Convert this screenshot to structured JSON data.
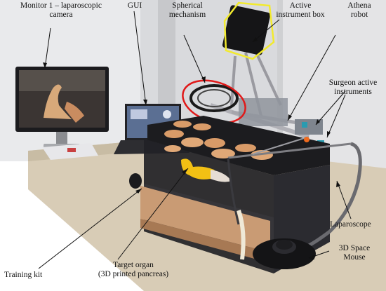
{
  "figure": {
    "labels": {
      "monitor": "Monitor 1 – laparoscopic\ncamera",
      "gui": "GUI",
      "spherical": "Spherical\nmechanism",
      "active_box": "Active\ninstrument box",
      "athena": "Athena\nrobot",
      "surgeon_instruments": "Surgeon active\ninstruments",
      "laparoscope": "Laparoscope",
      "space_mouse": "3D Space\nMouse",
      "training_kit": "Training kit",
      "target_organ": "Target organ\n(3D printed pancreas)"
    },
    "colors": {
      "highlight_red": "#e01919",
      "highlight_yellow": "#f2ea2e",
      "pointer": "#111111"
    }
  }
}
